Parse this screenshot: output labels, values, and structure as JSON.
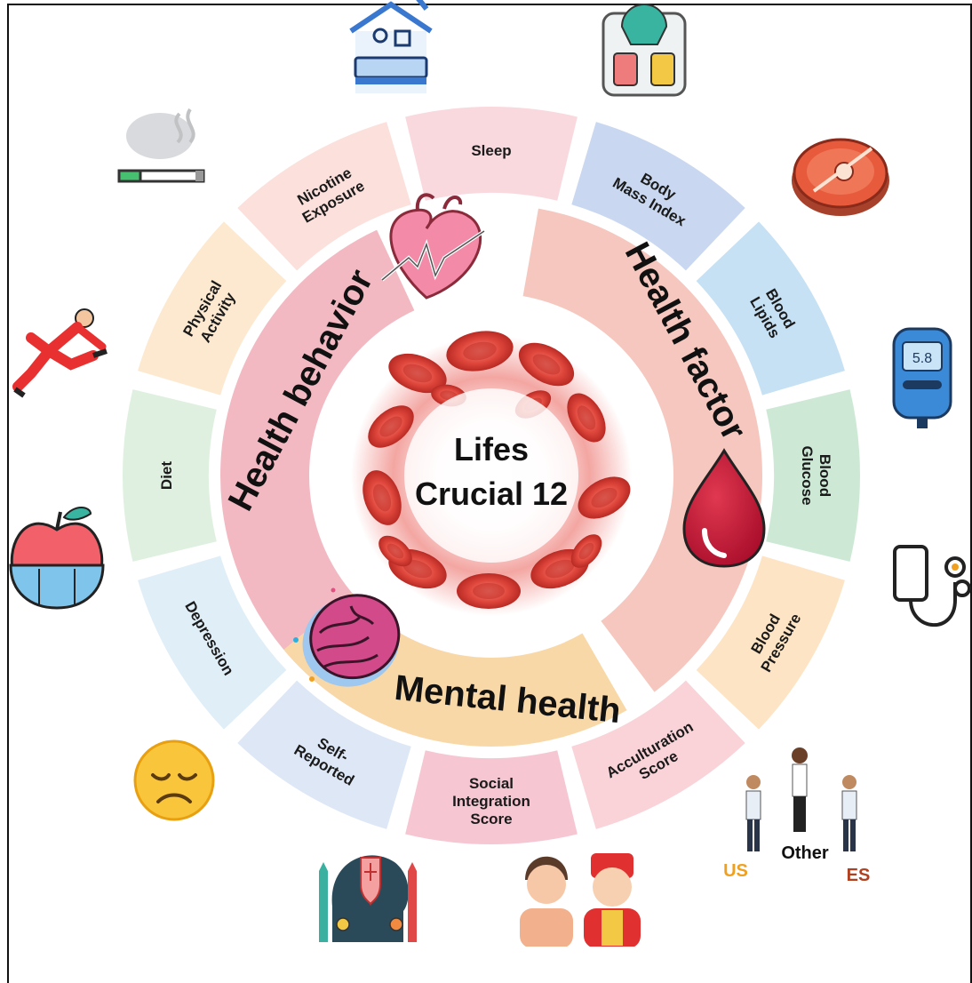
{
  "center": {
    "line1": "Lifes",
    "line2": "Crucial 12"
  },
  "groups": [
    {
      "key": "behavior",
      "label": "Health behavior",
      "color": "#f3b9c2"
    },
    {
      "key": "factor",
      "label": "Health factor",
      "color": "#f6c7be"
    },
    {
      "key": "mental",
      "label": "Mental health",
      "color": "#f9d8a8"
    }
  ],
  "segments": [
    {
      "lines": [
        "Sleep"
      ],
      "color": "#f9d9de",
      "icon": "hospital-bed-icon"
    },
    {
      "lines": [
        "Body",
        "Mass Index"
      ],
      "color": "#c9d8f0",
      "icon": "weighing-scale-icon"
    },
    {
      "lines": [
        "Blood",
        "Lipids"
      ],
      "color": "#c6e0f4",
      "icon": "steak-icon"
    },
    {
      "lines": [
        "Blood",
        "Glucose"
      ],
      "color": "#cde9d6",
      "icon": "glucose-meter-icon"
    },
    {
      "lines": [
        "Blood",
        "Pressure"
      ],
      "color": "#fde4c4",
      "icon": "blood-pressure-monitor-icon"
    },
    {
      "lines": [
        "Acculturation",
        "Score"
      ],
      "color": "#f9d3d8",
      "icon": "people-talking-icon"
    },
    {
      "lines": [
        "Social",
        "Integration",
        "Score"
      ],
      "color": "#f6c7d2",
      "icon": "two-persons-icon"
    },
    {
      "lines": [
        "Self-",
        "Reported"
      ],
      "color": "#dde7f6",
      "icon": "head-shield-icon"
    },
    {
      "lines": [
        "Depression"
      ],
      "color": "#e0eef8",
      "icon": "sad-face-icon"
    },
    {
      "lines": [
        "Diet"
      ],
      "color": "#dff0e0",
      "icon": "apple-icon"
    },
    {
      "lines": [
        "Physical",
        "Activity"
      ],
      "color": "#fde9d0",
      "icon": "runner-icon"
    },
    {
      "lines": [
        "Nicotine",
        "Exposure"
      ],
      "color": "#fbe0dc",
      "icon": "cigarette-icon"
    }
  ],
  "legend": {
    "us": "US",
    "other": "Other",
    "es": "ES"
  },
  "glucose_reading": "5.8"
}
